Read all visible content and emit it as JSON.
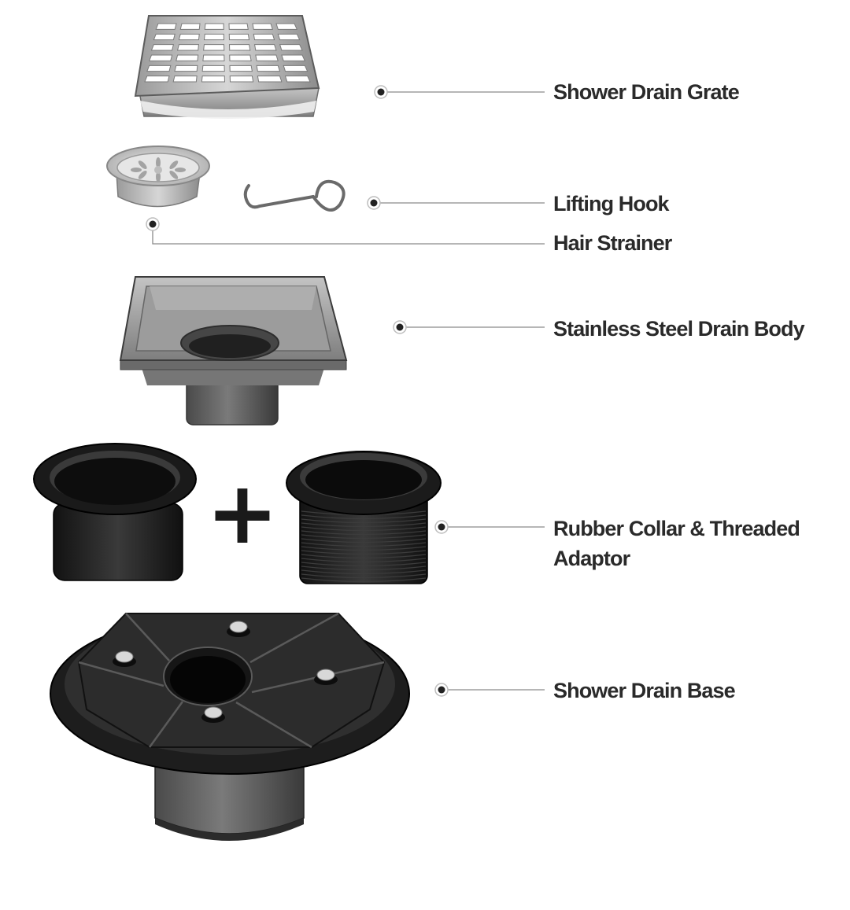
{
  "diagram": {
    "callouts": [
      {
        "id": "grate",
        "label": "Shower Drain Grate"
      },
      {
        "id": "hook",
        "label": "Lifting Hook"
      },
      {
        "id": "strainer",
        "label": "Hair Strainer"
      },
      {
        "id": "body",
        "label": "Stainless Steel Drain Body"
      },
      {
        "id": "collar",
        "label": "Rubber Collar & Threaded",
        "label_line2": "Adaptor"
      },
      {
        "id": "base",
        "label": "Shower Drain Base"
      }
    ],
    "plus_sign": "+",
    "colors": {
      "label_text": "#2a2a2a",
      "leader_line": "#8a8a8a",
      "marker_dot": "#222222",
      "steel_light": "#b9b9b9",
      "steel_dark": "#5a5a5a",
      "rubber_black": "#1c1c1c"
    }
  }
}
